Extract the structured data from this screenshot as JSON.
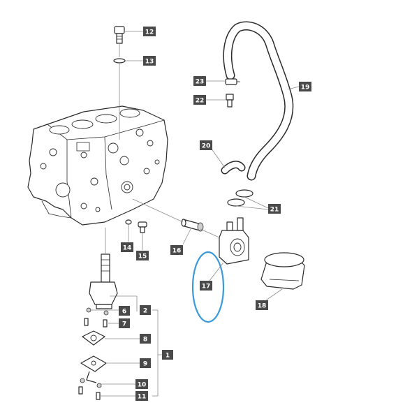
{
  "callouts": {
    "c1": "1",
    "c2": "2",
    "c6": "6",
    "c7": "7",
    "c8": "8",
    "c9": "9",
    "c10": "10",
    "c11": "11",
    "c12": "12",
    "c13": "13",
    "c14": "14",
    "c15": "15",
    "c16": "16",
    "c17": "17",
    "c18": "18",
    "c19": "19",
    "c20": "20",
    "c21": "21",
    "c22": "22",
    "c23": "23"
  },
  "colors": {
    "highlight": "#3a9ad9",
    "label_bg": "#4a4a4a",
    "label_text": "#ffffff"
  }
}
